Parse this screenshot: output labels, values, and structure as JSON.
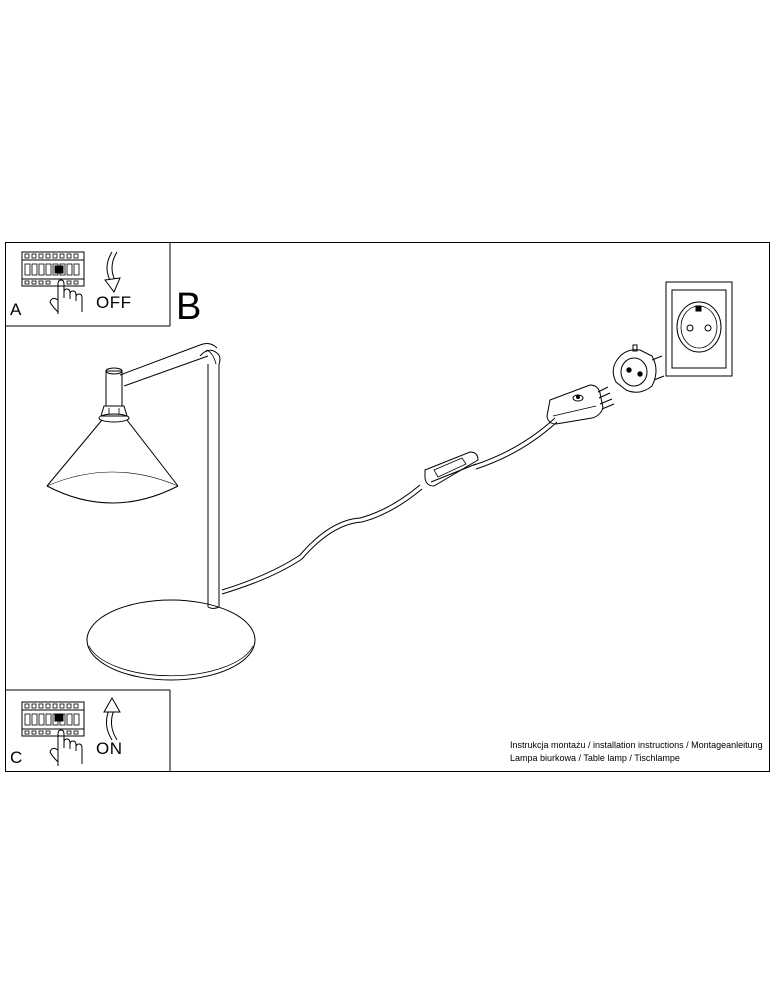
{
  "panels": {
    "off": {
      "letter": "A",
      "state": "OFF"
    },
    "on": {
      "letter": "C",
      "state": "ON"
    }
  },
  "main_step": "B",
  "caption": {
    "line1": "Instrukcja montażu / installation instructions / Montageanleitung",
    "line2": "Lampa biurkowa / Table lamp / Tischlampe"
  }
}
